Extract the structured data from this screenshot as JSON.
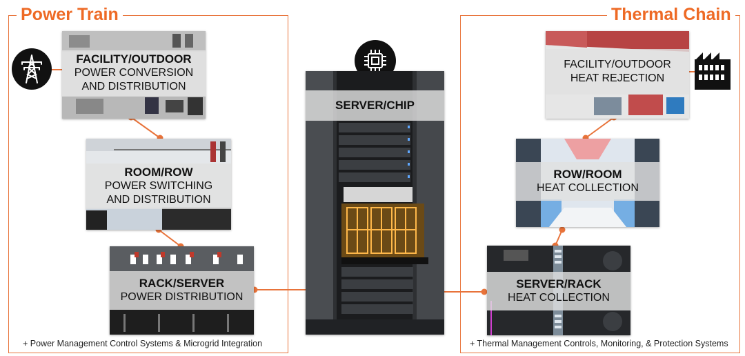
{
  "power_train": {
    "title": "Power Train",
    "footnote": "+ Power Management Control Systems & Microgrid Integration",
    "facility": {
      "heading": "FACILITY/OUTDOOR",
      "line1": "POWER CONVERSION",
      "line2": "AND DISTRIBUTION"
    },
    "room": {
      "heading": "ROOM/ROW",
      "line1": "POWER SWITCHING",
      "line2": "AND DISTRIBUTION"
    },
    "rack": {
      "heading": "RACK/SERVER",
      "line1": "POWER DISTRIBUTION"
    }
  },
  "server": {
    "heading": "SERVER/CHIP"
  },
  "thermal_chain": {
    "title": "Thermal Chain",
    "footnote": "+ Thermal Management Controls, Monitoring, & Protection Systems",
    "facility": {
      "heading": "FACILITY/OUTDOOR",
      "line1": "HEAT REJECTION"
    },
    "row": {
      "heading": "ROW/ROOM",
      "line1": "HEAT COLLECTION"
    },
    "rack": {
      "heading": "SERVER/RACK",
      "line1": "HEAT COLLECTION"
    }
  },
  "icons": {
    "power": "power-tower-icon",
    "chip": "chip-icon",
    "factory": "factory-icon"
  },
  "colors": {
    "accent": "#ee6a25",
    "connector": "#e8733a"
  }
}
